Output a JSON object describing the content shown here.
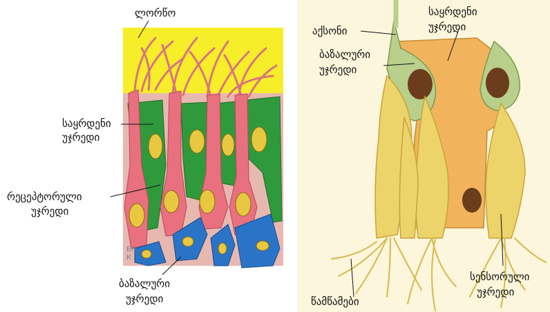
{
  "left_panel": {
    "labels": {
      "mucus": "ლორწო",
      "support_cell": [
        "საყრდენი",
        "უჯრედი"
      ],
      "receptor_cell": [
        "რეცეპტორული",
        "უჯრედი"
      ],
      "basal_cell": [
        "ბაზალური",
        "უჯრედი"
      ],
      "faint_text": [
        "БЛ",
        "К"
      ]
    }
  },
  "right_panel": {
    "labels": {
      "axon": "აქსონი",
      "support_cell": [
        "საყრდენი",
        "უჯრედი"
      ],
      "basal_cell": [
        "ბაზალური",
        "უჯრედი"
      ],
      "sensory_cell": [
        "სენსორული",
        "უჯრედი"
      ],
      "fibers": "წამწამები"
    }
  },
  "colors": {
    "mucus": "#f7ee2a",
    "support_cell_green": "#2f9a3c",
    "receptor_cell_pink": "#e9707e",
    "basal_cell_blue": "#2a74c8",
    "nucleus_yellow": "#e8c840",
    "right_background": "#fbf6dc",
    "sensory_cell_yellow": "#ecd36a",
    "support_cell_orange": "#f1b45c",
    "basal_cell_green": "#b9cf8c",
    "nucleus_brown": "#6b3d1c"
  }
}
